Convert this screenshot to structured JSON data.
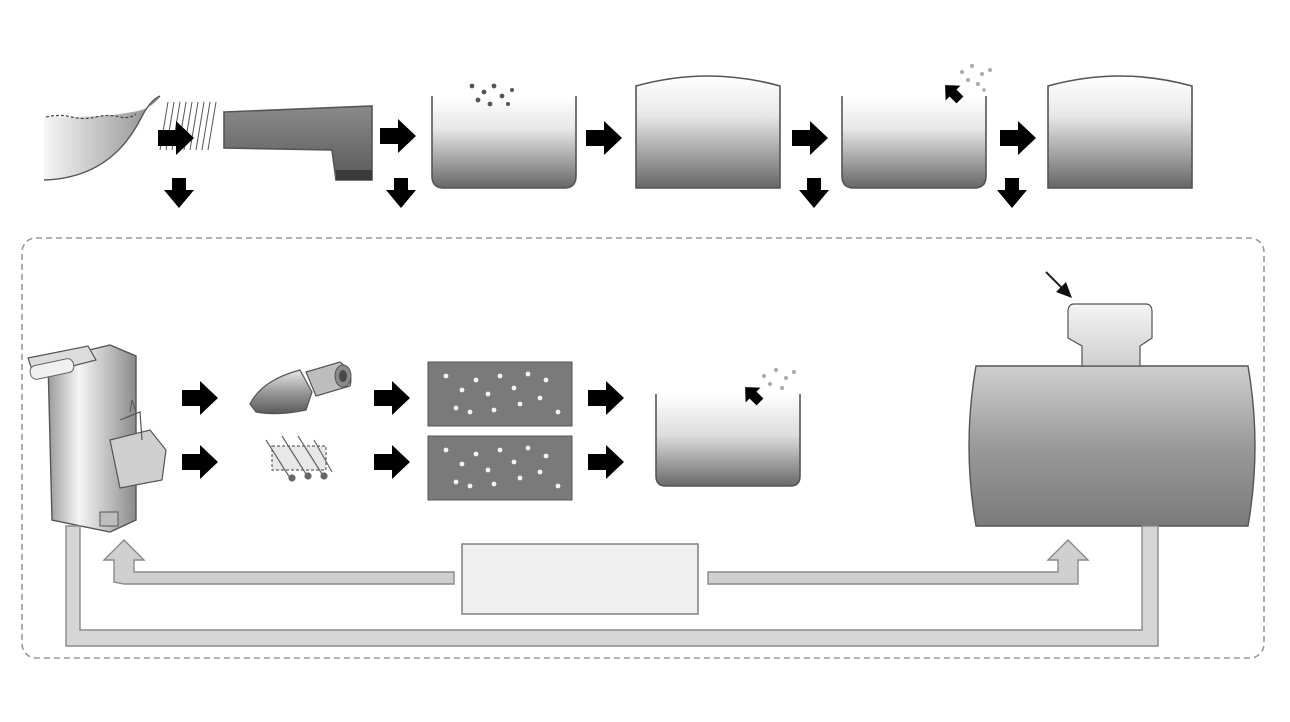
{
  "diagram": {
    "kind": "process-flow",
    "stages_top_row": [
      "intake-basin",
      "screen",
      "grit-channel",
      "aeration-tank",
      "clarifier-tank",
      "treatment-tank",
      "storage-tank"
    ],
    "stages_bottom_row": [
      "dewatering-unit",
      "cone-nozzle",
      "filter-press-top",
      "filter-press-bottom",
      "reaction-basin",
      "storage-vessel",
      "control-box"
    ],
    "labels": [],
    "colors": {
      "arrow_fill": "#cfcfcf",
      "arrow_stroke": "#8a8a8a",
      "dashed_border": "#9a9a9a",
      "tank_dark": "#6e6e6e",
      "tank_light": "#f4f4f4"
    }
  }
}
